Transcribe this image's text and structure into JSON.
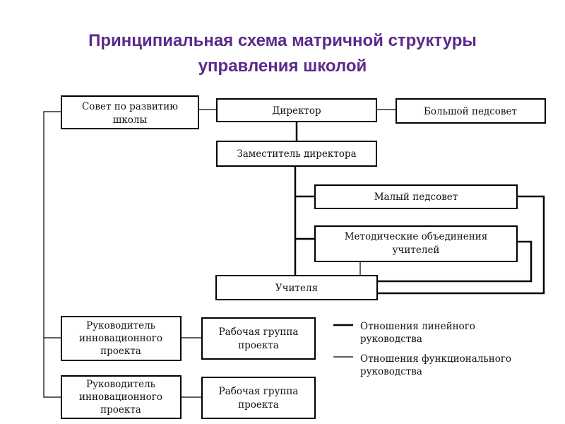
{
  "title": {
    "line1": "Принципиальная схема матричной структуры",
    "line2": "управления школой"
  },
  "boxes": {
    "council": {
      "line1": "Совет по развитию",
      "line2": "школы"
    },
    "director": {
      "line1": "Директор"
    },
    "big_council": {
      "line1": "Большой педсовет"
    },
    "deputy": {
      "line1": "Заместитель директора"
    },
    "small_council": {
      "line1": "Малый педсовет"
    },
    "methodical": {
      "line1": "Методические объединения",
      "line2": "учителей"
    },
    "teachers": {
      "line1": "Учителя"
    },
    "leader1": {
      "line1": "Руководитель",
      "line2": "инновационного",
      "line3": "проекта"
    },
    "group1": {
      "line1": "Рабочая группа",
      "line2": "проекта"
    },
    "leader2": {
      "line1": "Руководитель",
      "line2": "инновационного",
      "line3": "проекта"
    },
    "group2": {
      "line1": "Рабочая группа",
      "line2": "проекта"
    }
  },
  "legend": {
    "linear": {
      "line1": "Отношения линейного",
      "line2": "руководства"
    },
    "functional": {
      "line1": "Отношения функционального",
      "line2": "руководства"
    }
  },
  "colors": {
    "title": "#5b2a8c",
    "lines": "#000000"
  }
}
